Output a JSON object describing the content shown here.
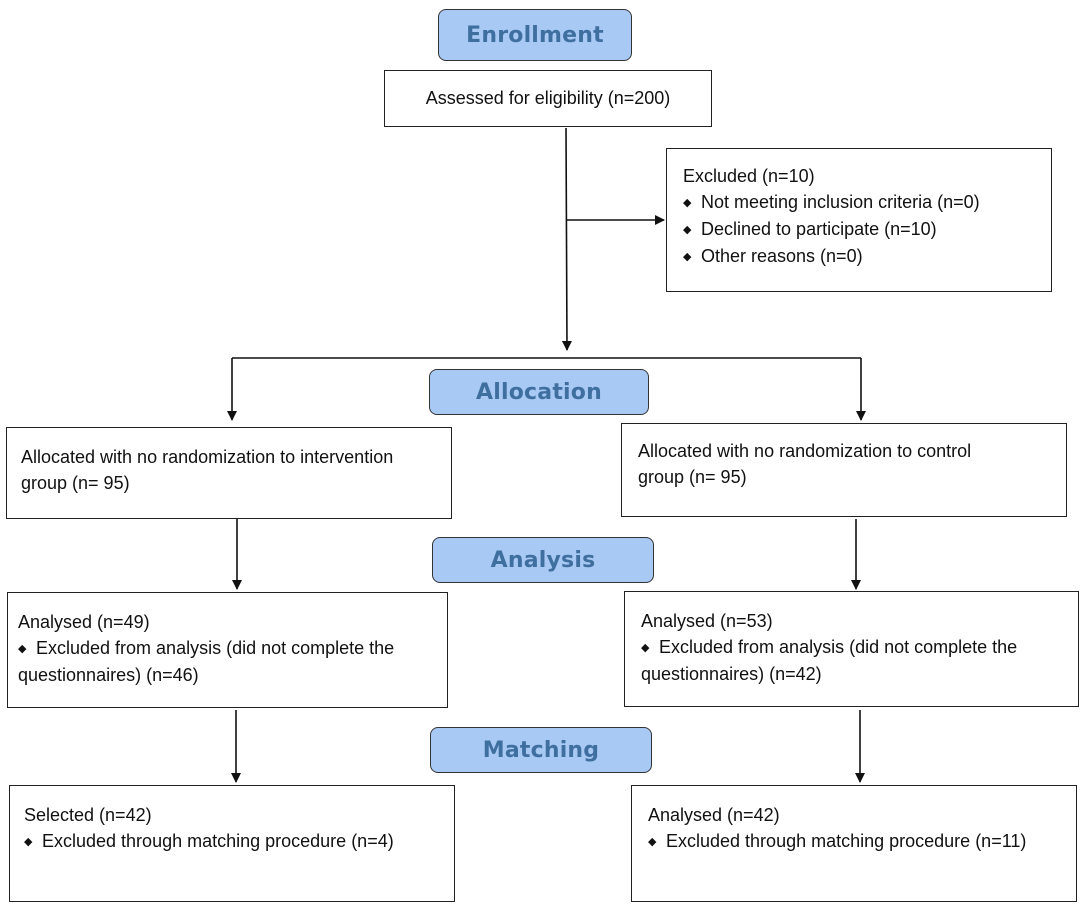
{
  "stages": {
    "enrollment": "Enrollment",
    "allocation": "Allocation",
    "analysis": "Analysis",
    "matching": "Matching"
  },
  "assessed": "Assessed for eligibility (n=200)",
  "excluded": {
    "title": "Excluded  (n=10)",
    "items": [
      "Not meeting inclusion criteria (n=0)",
      "Declined to participate (n=10)",
      "Other reasons (n=0)"
    ]
  },
  "allocated_intervention": {
    "line1": "Allocated with no randomization to intervention",
    "line2": "group (n= 95)"
  },
  "allocated_control": {
    "line1": "Allocated with no randomization to control",
    "line2": "group (n= 95)"
  },
  "analysed_intervention": {
    "title": "Analysed  (n=49)",
    "bullet_line1": "Excluded from analysis (did not complete the",
    "line2": "questionnaires) (n=46)"
  },
  "analysed_control": {
    "title": "Analysed  (n=53)",
    "bullet_line1": "Excluded from analysis (did not complete the",
    "line2": "questionnaires) (n=42)"
  },
  "matching_intervention": {
    "title": "Selected  (n=42)",
    "bullet": "Excluded through matching procedure (n=4)"
  },
  "matching_control": {
    "title": "Analysed  (n=42)",
    "bullet": "Excluded through matching procedure (n=11)"
  },
  "colors": {
    "stage_fill": "#a9c9f5",
    "stage_text": "#3f6f9f",
    "line": "#111111"
  }
}
